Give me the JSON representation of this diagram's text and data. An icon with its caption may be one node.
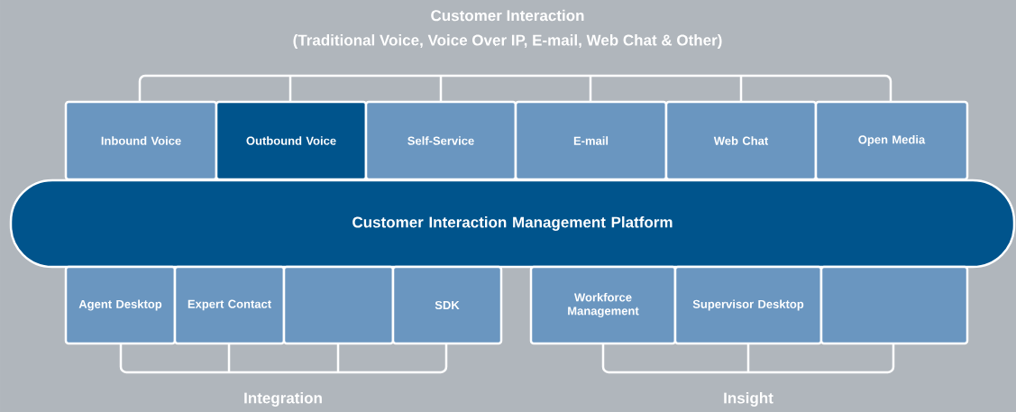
{
  "diagram": {
    "title": "Customer Interaction",
    "nodes": [
      {
        "text": [
          "Inbound Voice"
        ]
      },
      {
        "text": [
          "Outbound Voice"
        ]
      },
      {
        "text": [
          "Self-Service"
        ]
      },
      {
        "text": [
          "E-mail"
        ]
      },
      {
        "text": [
          "Web Chat"
        ]
      },
      {
        "text": [
          "Open Media"
        ]
      },
      {
        "text": [
          "Customer Interaction Management Platform"
        ]
      },
      {
        "text": [
          "Agent Desktop"
        ]
      },
      {
        "text": [
          "Expert Contact"
        ]
      },
      {
        "text": [],
        "shape": "box"
      },
      {
        "text": [
          "SDK"
        ]
      },
      {
        "text": [
          "Workforce Management"
        ]
      },
      {
        "text": [
          "Supervisor Desktop"
        ]
      },
      {
        "text": [],
        "shape": "box"
      }
    ],
    "labels": [
      "(Traditional Voice, Voice Over IP, E-mail, Web Chat & Other)",
      "Integration",
      "Insight"
    ]
  }
}
